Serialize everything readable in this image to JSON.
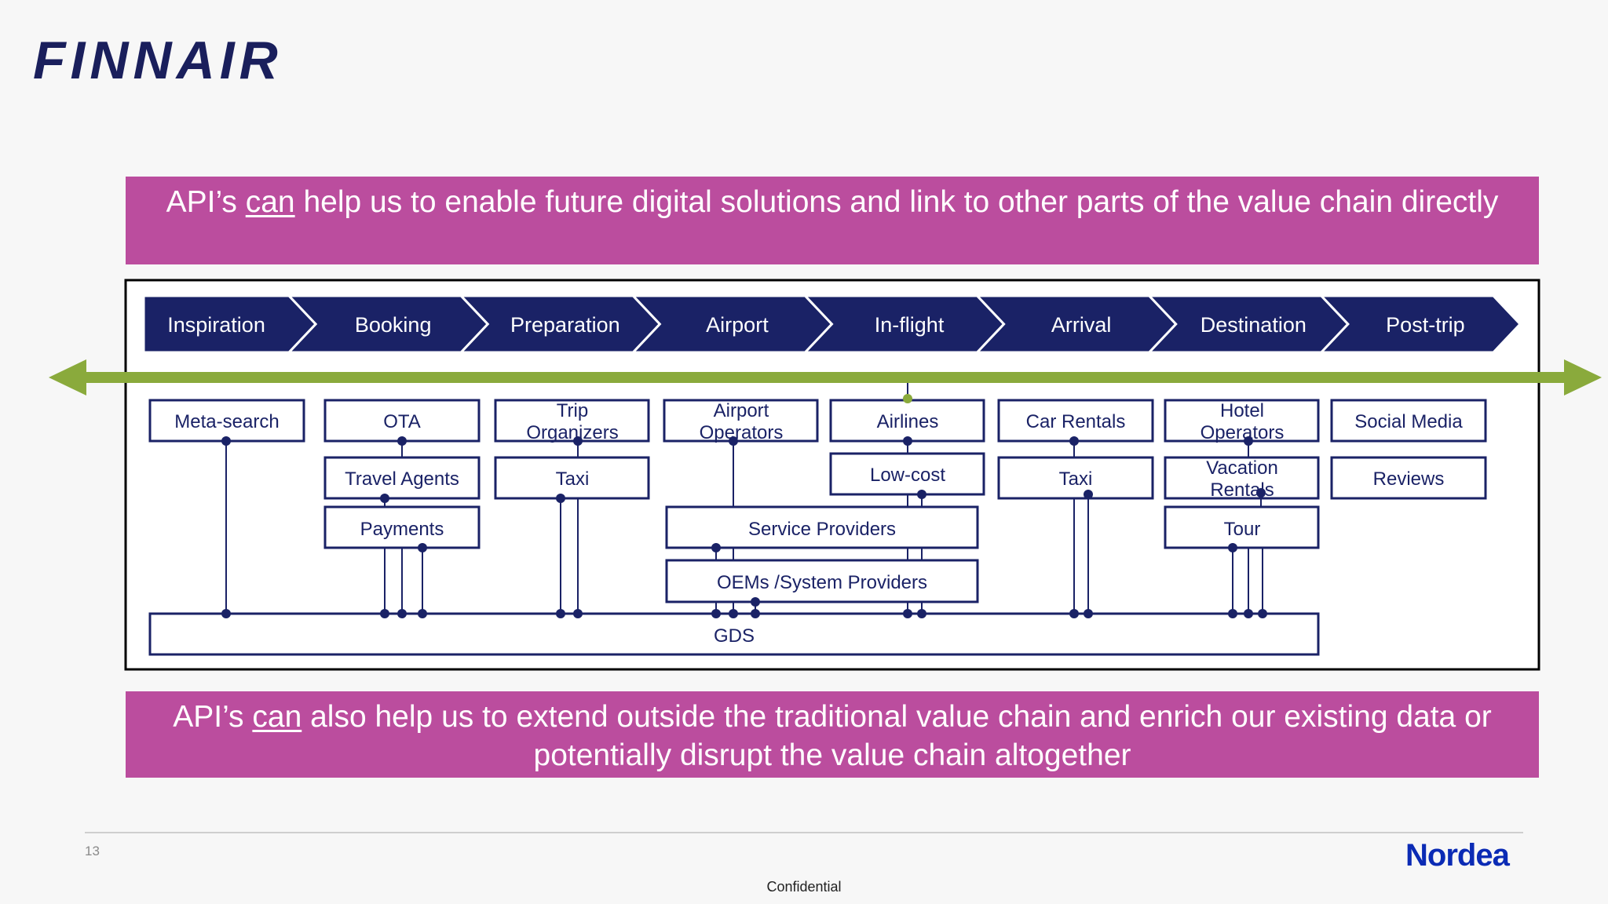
{
  "logo": {
    "text": "FINNAIR"
  },
  "banner_top": {
    "prefix": "API’s ",
    "underlined": "can",
    "rest": " help us to enable future digital solutions and link to other parts of the value chain directly"
  },
  "banner_bottom": {
    "prefix": "API’s ",
    "underlined": "can",
    "rest": " also help us to extend outside the traditional value chain and enrich our existing data or potentially disrupt the value chain altogether"
  },
  "stages": [
    "Inspiration",
    "Booking",
    "Preparation",
    "Airport",
    "In-flight",
    "Arrival",
    "Destination",
    "Post-trip"
  ],
  "nodes": {
    "meta_search": "Meta-search",
    "ota": "OTA",
    "travel_agents": "Travel Agents",
    "payments": "Payments",
    "trip_organizers": "Trip Organizers",
    "taxi_prep": "Taxi",
    "airport_operators": "Airport Operators",
    "service_providers": "Service Providers",
    "oems": "OEMs /System Providers",
    "airlines": "Airlines",
    "low_cost": "Low-cost",
    "car_rentals": "Car Rentals",
    "taxi_arrival": "Taxi",
    "hotel_operators": "Hotel Operators",
    "vacation_rentals": "Vacation Rentals",
    "tour": "Tour",
    "social_media": "Social Media",
    "reviews": "Reviews",
    "gds": "GDS"
  },
  "colors": {
    "navy": "#1a2266",
    "magenta": "#bb4d9e",
    "green": "#8aaa3c",
    "nordea": "#0b2bb5"
  },
  "footer": {
    "page_number": "13",
    "confidential": "Confidential",
    "brand": "Nordea"
  }
}
